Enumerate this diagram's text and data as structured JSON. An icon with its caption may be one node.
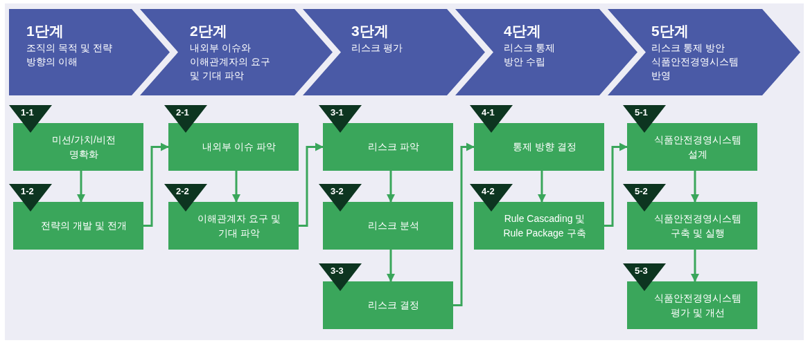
{
  "diagram": {
    "nodes": [
      {
        "text": [
          "1단계",
          "조직의 목적 및 전략 방향의 이해"
        ]
      },
      {
        "text": [
          "2단계",
          "내외부 이슈와 이해관계자의 요구 및 기대 파악"
        ]
      },
      {
        "text": [
          "3단계",
          "리스크 평가"
        ]
      },
      {
        "text": [
          "4단계",
          "리스크 통제 방안 수립"
        ]
      },
      {
        "text": [
          "5단계",
          "리스크 통제 방안 식품안전경영시스템 반영"
        ]
      },
      {
        "text": [
          "미션/가치/비전 명확화"
        ],
        "beside": [
          "1-1"
        ]
      },
      {
        "text": [
          "전략의 개발 및 전개"
        ],
        "beside": [
          "1-2"
        ]
      },
      {
        "text": [
          "내외부 이슈 파악"
        ],
        "beside": [
          "2-1"
        ]
      },
      {
        "text": [
          "이해관계자 요구 및 기대 파악"
        ],
        "beside": [
          "2-2"
        ]
      },
      {
        "text": [
          "리스크 파악"
        ],
        "beside": [
          "3-1"
        ]
      },
      {
        "text": [
          "리스크 분석"
        ],
        "beside": [
          "3-2"
        ]
      },
      {
        "text": [
          "리스크 결정"
        ],
        "beside": [
          "3-3"
        ]
      },
      {
        "text": [
          "통제 방향 결정"
        ],
        "beside": [
          "4-1"
        ]
      },
      {
        "text": [
          "Rule Cascading 및 Rule Package 구축"
        ],
        "beside": [
          "4-2"
        ]
      },
      {
        "text": [
          "식품안전경영시스템 설계"
        ],
        "beside": [
          "5-1"
        ]
      },
      {
        "text": [
          "식품안전경영시스템 구축 및 실행"
        ],
        "beside": [
          "5-2"
        ]
      },
      {
        "text": [
          "식품안전경영시스템 평가 및 개선"
        ],
        "beside": [
          "5-3"
        ]
      }
    ],
    "edges": [
      {
        "from": 5,
        "to": 6,
        "arrow": "to"
      },
      {
        "from": 6,
        "to": 7,
        "arrow": "to"
      },
      {
        "from": 7,
        "to": 8,
        "arrow": "to"
      },
      {
        "from": 8,
        "to": 9,
        "arrow": "to"
      },
      {
        "from": 9,
        "to": 10,
        "arrow": "to"
      },
      {
        "from": 10,
        "to": 11,
        "arrow": "to"
      },
      {
        "from": 11,
        "to": 12,
        "arrow": "to"
      },
      {
        "from": 12,
        "to": 13,
        "arrow": "to"
      },
      {
        "from": 13,
        "to": 14,
        "arrow": "to"
      },
      {
        "from": 14,
        "to": 15,
        "arrow": "to"
      },
      {
        "from": 15,
        "to": 16,
        "arrow": "to"
      }
    ]
  }
}
